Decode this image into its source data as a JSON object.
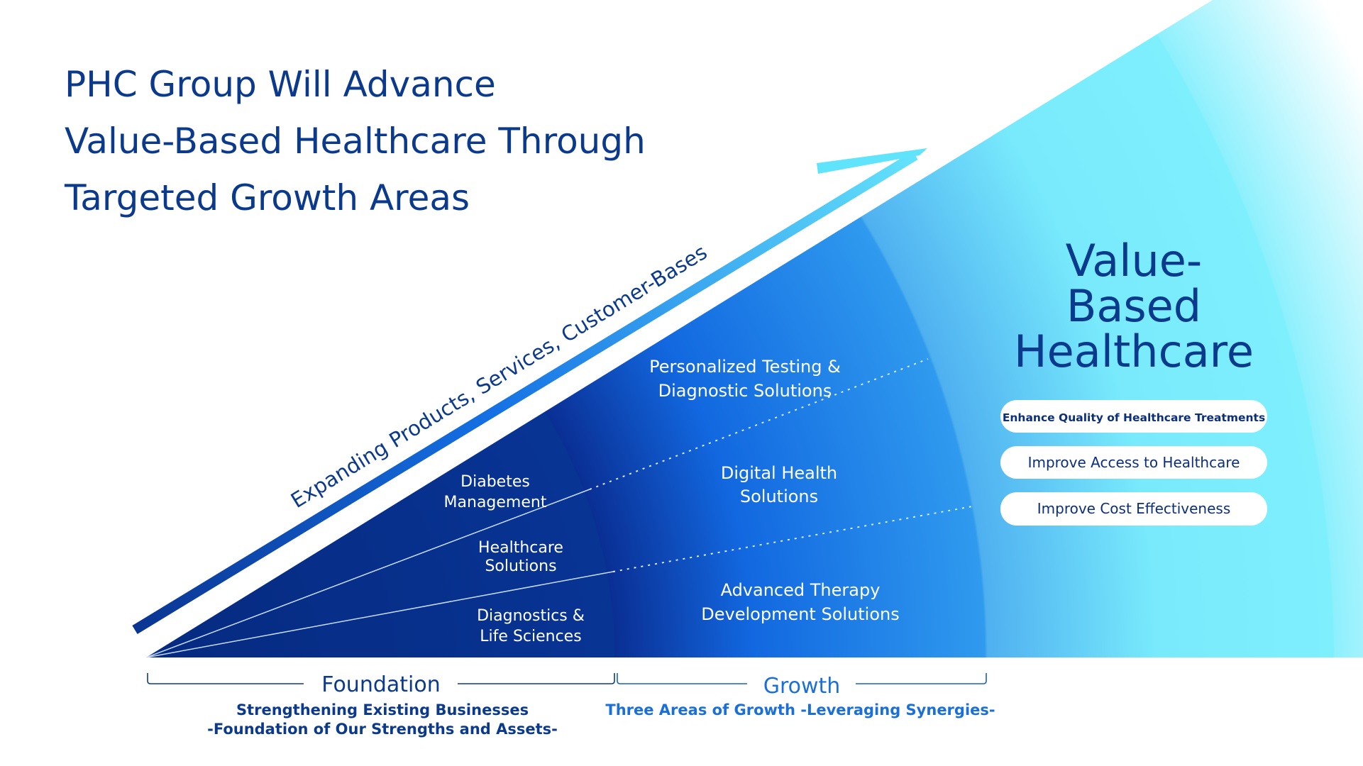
{
  "title": {
    "lines": [
      "PHC Group Will Advance",
      "Value-Based Healthcare Through",
      "Targeted Growth Areas"
    ]
  },
  "arrow_label": "Expanding Products, Services, Customer-Bases",
  "foundation_segments": [
    {
      "lines": [
        "Diabetes",
        "Management"
      ]
    },
    {
      "lines": [
        "Healthcare",
        "Solutions"
      ]
    },
    {
      "lines": [
        "Diagnostics &",
        "Life Sciences"
      ]
    }
  ],
  "growth_segments": [
    {
      "lines": [
        "Personalized Testing &",
        "Diagnostic Solutions"
      ]
    },
    {
      "lines": [
        "Digital Health",
        "Solutions"
      ]
    },
    {
      "lines": [
        "Advanced Therapy",
        "Development Solutions"
      ]
    }
  ],
  "goal": {
    "lines": [
      "Value-",
      "Based",
      "Healthcare"
    ],
    "pills": [
      "Enhance Quality of Healthcare Treatments",
      "Improve Access to Healthcare",
      "Improve Cost Effectiveness"
    ]
  },
  "phases": {
    "foundation": {
      "label": "Foundation",
      "sub": [
        "Strengthening Existing Businesses",
        "-Foundation of Our Strengths and Assets-"
      ]
    },
    "growth": {
      "label": "Growth",
      "sub": [
        "Three Areas of Growth -Leveraging Synergies-"
      ]
    }
  },
  "colors": {
    "navy": "#0b3a8c",
    "growth_blue": "#1a6fd8",
    "cyan": "#7aeefc"
  }
}
